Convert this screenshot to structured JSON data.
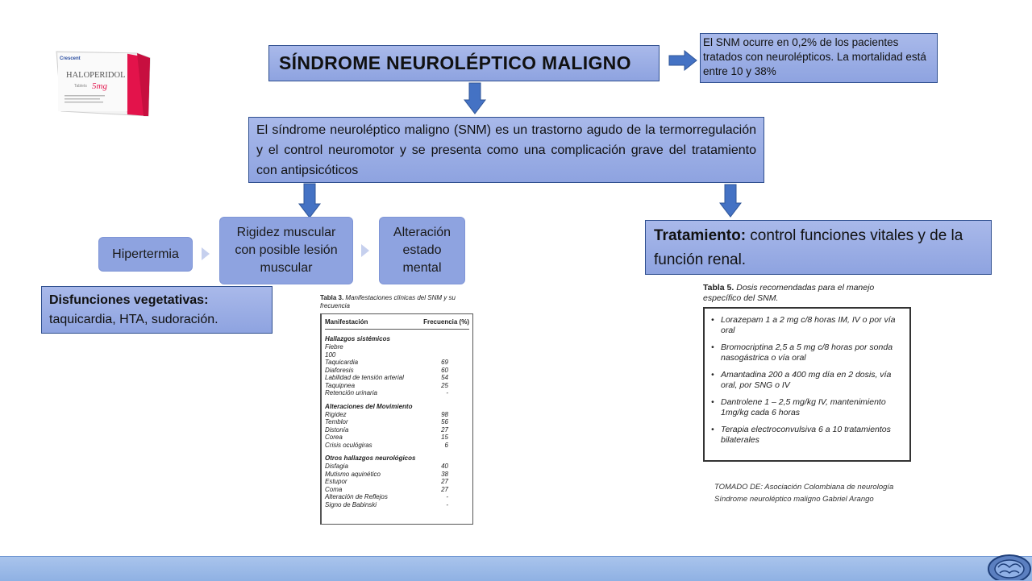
{
  "title": "SÍNDROME NEUROLÉPTICO MALIGNO",
  "stat_note": "El SNM ocurre en 0,2% de los pacientes tratados con neurolépticos. La mortalidad está entre 10 y 38%",
  "definition": "El síndrome neuroléptico maligno (SNM) es un trastorno agudo de la termorregulación y el control neuromotor y se presenta como una complicación grave del tratamiento con antipsicóticos",
  "symptoms": [
    "Hipertermia",
    "Rigidez muscular con posible lesión muscular",
    "Alteración estado mental"
  ],
  "vegetative": {
    "label": "Disfunciones vegetativas:",
    "text": "taquicardia, HTA, sudoración."
  },
  "treatment": {
    "label": "Tratamiento:",
    "text": " control funciones vitales y de la función renal."
  },
  "drug_box": {
    "brand": "Crescent",
    "name": "HALOPERIDOL",
    "form": "Tablets",
    "dose": "5mg"
  },
  "table3": {
    "caption_label": "Tabla 3.",
    "caption_text": " Manifestaciones clínicas del SNM y su frecuencia",
    "col1": "Manifestación",
    "col2": "Frecuencia (%)",
    "sections": [
      {
        "title": "Hallazgos sistémicos",
        "rows": [
          [
            "Fiebre",
            ""
          ],
          [
            "100",
            ""
          ],
          [
            "Taquicardia",
            "69"
          ],
          [
            "Diaforesis",
            "60"
          ],
          [
            "Labilidad de tensión arterial",
            "54"
          ],
          [
            "Taquipnea",
            "25"
          ],
          [
            "Retención urinaria",
            "-"
          ]
        ]
      },
      {
        "title": "Alteraciones del Movimiento",
        "rows": [
          [
            "Rigidez",
            "98"
          ],
          [
            "Temblor",
            "56"
          ],
          [
            "Distonía",
            "27"
          ],
          [
            "Corea",
            "15"
          ],
          [
            "Crisis oculógiras",
            "6"
          ]
        ]
      },
      {
        "title": "Otros hallazgos neurológicos",
        "rows": [
          [
            "Disfagia",
            "40"
          ],
          [
            "Mutismo aquinético",
            "38"
          ],
          [
            "Estupor",
            "27"
          ],
          [
            "Coma",
            "27"
          ],
          [
            "Alteración de Reflejos",
            "-"
          ],
          [
            "Signo de Babinski",
            "-"
          ]
        ]
      }
    ]
  },
  "table5": {
    "caption_label": "Tabla 5.",
    "caption_text": " Dosis recomendadas para el manejo específico del SNM.",
    "items": [
      "Lorazepam 1 a 2 mg c/8 horas IM, IV o por vía oral",
      "Bromocriptina 2,5 a 5 mg c/8 horas por sonda nasogástrica o vía oral",
      "Amantadina 200 a 400 mg día en 2 dosis, vía oral, por SNG o IV",
      "Dantrolene 1 – 2,5 mg/kg IV, mantenimiento 1mg/kg cada 6 horas",
      "Terapia electroconvulsiva 6 a 10 tratamientos bilaterales"
    ]
  },
  "source_lines": [
    "TOMADO DE: Asociación Colombiana de neurología",
    "Síndrome neuroléptico maligno Gabriel Arango"
  ],
  "colors": {
    "box_fill": "#8ea3e0",
    "arrow": "#4472c4",
    "footer": "#9dbbe8"
  }
}
